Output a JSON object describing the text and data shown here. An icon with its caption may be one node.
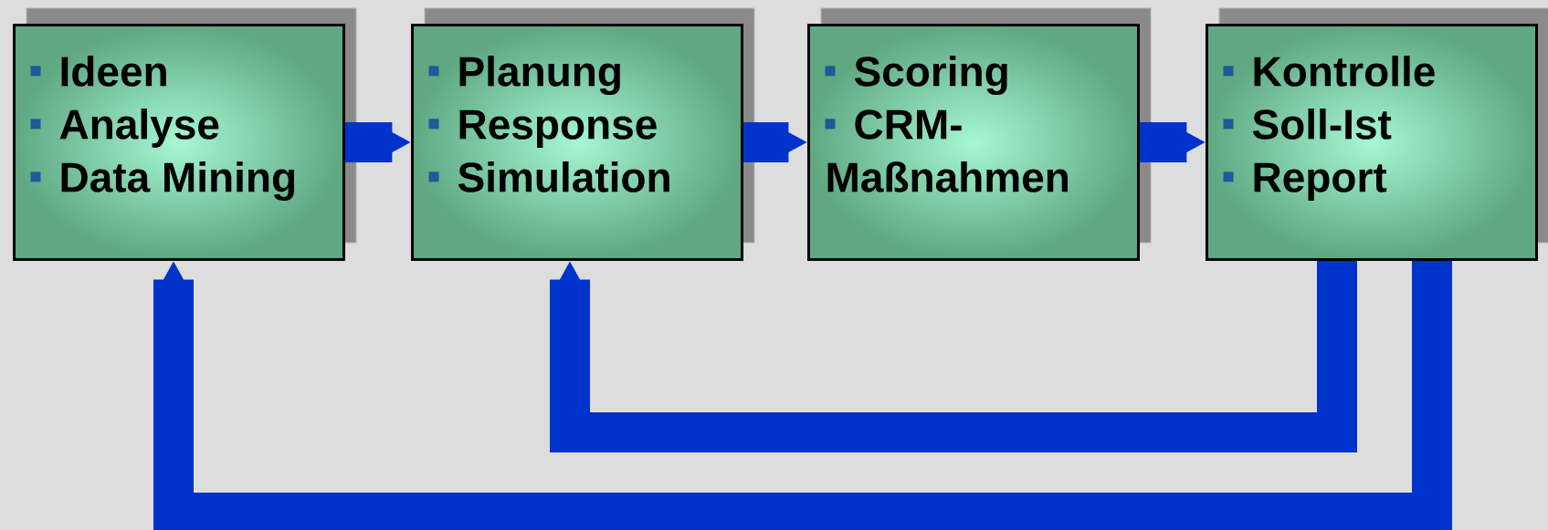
{
  "diagram": {
    "nodes": [
      {
        "text": [
          "Ideen",
          "Analyse",
          "Data Mining"
        ]
      },
      {
        "text": [
          "Planung",
          "Response",
          "Simulation"
        ]
      },
      {
        "text": [
          "Scoring",
          "CRM-Maßnahmen"
        ]
      },
      {
        "text": [
          "Kontrolle",
          "Soll-Ist",
          "Report"
        ]
      }
    ],
    "edges": [
      {
        "from": 0,
        "to": 1,
        "arrow": "to"
      },
      {
        "from": 1,
        "to": 2,
        "arrow": "to"
      },
      {
        "from": 2,
        "to": 3,
        "arrow": "to"
      },
      {
        "from": 3,
        "to": 1,
        "arrow": "to"
      },
      {
        "from": 3,
        "to": 0,
        "arrow": "to"
      }
    ]
  }
}
